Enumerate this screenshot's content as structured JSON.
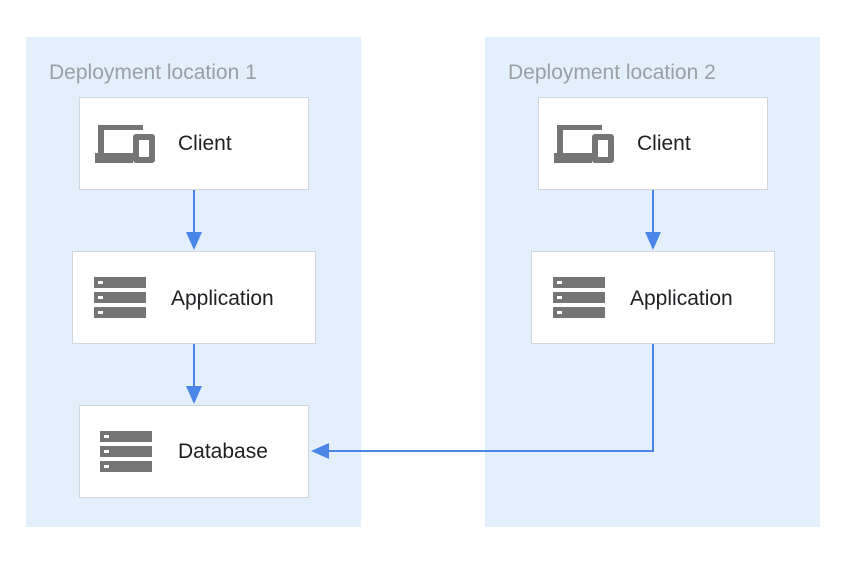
{
  "zones": [
    {
      "label": "Deployment location 1",
      "nodes": [
        {
          "label": "Client",
          "icon": "devices-icon"
        },
        {
          "label": "Application",
          "icon": "server-stack-icon"
        },
        {
          "label": "Database",
          "icon": "server-stack-icon"
        }
      ]
    },
    {
      "label": "Deployment location 2",
      "nodes": [
        {
          "label": "Client",
          "icon": "devices-icon"
        },
        {
          "label": "Application",
          "icon": "server-stack-icon"
        }
      ]
    }
  ],
  "edges": [
    {
      "from": "Client (location 1)",
      "to": "Application (location 1)"
    },
    {
      "from": "Application (location 1)",
      "to": "Database (location 1)"
    },
    {
      "from": "Client (location 2)",
      "to": "Application (location 2)"
    },
    {
      "from": "Application (location 2)",
      "to": "Database (location 1)"
    }
  ],
  "colors": {
    "zone_fill": "#e3effb",
    "zone_label": "#9aa0a6",
    "card_border": "#cfd6dd",
    "icon": "#757575",
    "arrow": "#4a86e8",
    "text": "#202124"
  }
}
